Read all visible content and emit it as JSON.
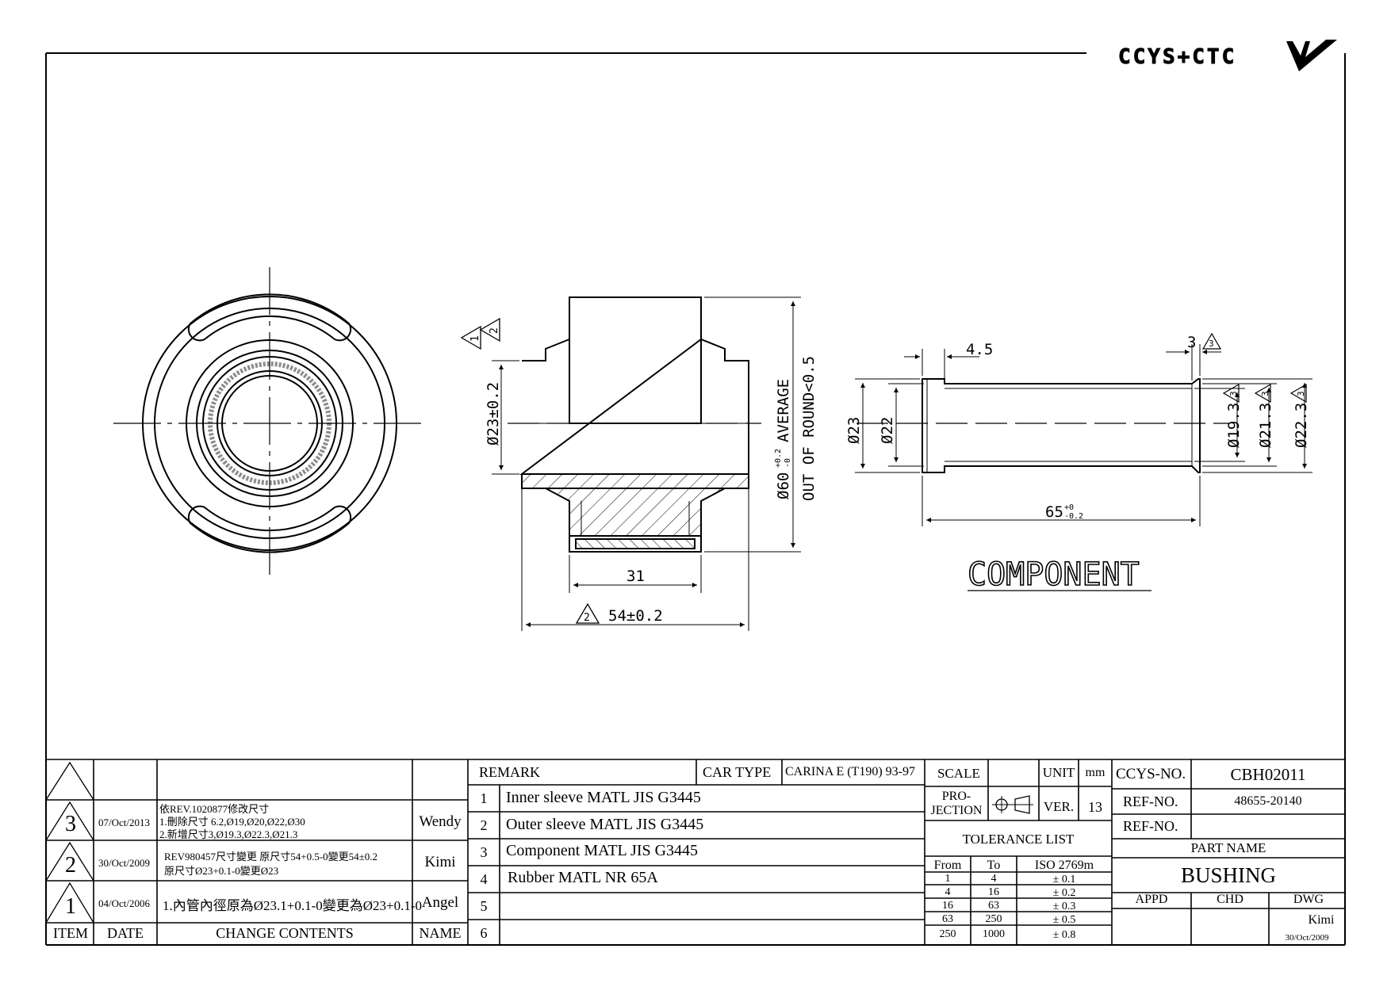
{
  "logo": {
    "text": "CCYS+CTC"
  },
  "drawing": {
    "side_view": {
      "inner_dia": "Ø23±0.2",
      "outer_dia": "Ø60",
      "outer_tol_upper": "+0.2",
      "outer_tol_lower": "-0",
      "outer_note_1": "AVERAGE",
      "outer_note_2": "OUT OF ROUND<0.5",
      "sleeve_length": "31",
      "overall_length": "54±0.2",
      "rev_mark_a": "1",
      "rev_mark_b": "2",
      "rev_mark_c": "2"
    },
    "component": {
      "title": "COMPONENT",
      "flange": "4.5",
      "end_length": "3",
      "end_rev": "3",
      "dia_23": "Ø23",
      "dia_22": "Ø22",
      "dia_19_3": "Ø19.3",
      "dia_21_3": "Ø21.3",
      "dia_22_3": "Ø22.3",
      "rev_19_3": "3",
      "rev_21_3": "3",
      "rev_22_3": "3",
      "length": "65",
      "length_tol_upper": "+0",
      "length_tol_lower": "-0.2"
    }
  },
  "revisions": {
    "headers": {
      "item": "ITEM",
      "date": "DATE",
      "contents": "CHANGE CONTENTS",
      "name": "NAME"
    },
    "rows": [
      {
        "item": "3",
        "date": "07/Oct/2013",
        "line1": "依REV.1020877修改尺寸",
        "line2": "1.刪除尺寸 6.2,Ø19,Ø20,Ø22,Ø30",
        "line3": "2.新增尺寸3,Ø19.3,Ø22.3,Ø21.3",
        "name": "Wendy"
      },
      {
        "item": "2",
        "date": "30/Oct/2009",
        "line1": "REV980457尺寸變更 原尺寸54+0.5-0變更54±0.2",
        "line2": "原尺寸Ø23+0.1-0變更Ø23",
        "name": "Kimi"
      },
      {
        "item": "1",
        "date": "04/Oct/2006",
        "line1": "1.內管內徑原為Ø23.1+0.1-0變更為Ø23+0.1-0",
        "name": "Angel"
      }
    ]
  },
  "remarks": {
    "header": "REMARK",
    "car_type_label": "CAR TYPE",
    "car_type": "CARINA E (T190) 93-97",
    "items": [
      {
        "no": "1",
        "text": "Inner sleeve MATL JIS G3445"
      },
      {
        "no": "2",
        "text": "Outer sleeve MATL JIS G3445"
      },
      {
        "no": "3",
        "text": "Component MATL JIS G3445"
      },
      {
        "no": "4",
        "text": "Rubber MATL NR 65A"
      },
      {
        "no": "5",
        "text": ""
      },
      {
        "no": "6",
        "text": ""
      }
    ]
  },
  "info": {
    "scale_label": "SCALE",
    "scale_value": "",
    "unit_label": "UNIT",
    "unit_value": "mm",
    "projection_line1": "PRO-",
    "projection_line2": "JECTION",
    "ver_label": "VER.",
    "ver_value": "13",
    "tolerance_title": "TOLERANCE LIST",
    "tol_headers": {
      "from": "From",
      "to": "To",
      "iso": "ISO 2769m"
    },
    "tolerances": [
      {
        "from": "1",
        "to": "4",
        "tol": "± 0.1"
      },
      {
        "from": "4",
        "to": "16",
        "tol": "± 0.2"
      },
      {
        "from": "16",
        "to": "63",
        "tol": "± 0.3"
      },
      {
        "from": "63",
        "to": "250",
        "tol": "± 0.5"
      },
      {
        "from": "250",
        "to": "1000",
        "tol": "± 0.8"
      }
    ]
  },
  "title_block": {
    "ccys_label": "CCYS-NO.",
    "ccys_value": "CBH02011",
    "ref_label_1": "REF-NO.",
    "ref_value_1": "48655-20140",
    "ref_label_2": "REF-NO.",
    "ref_value_2": "",
    "part_name_label": "PART NAME",
    "part_name": "BUSHING",
    "appd_label": "APPD",
    "chd_label": "CHD",
    "dwg_label": "DWG",
    "dwg_name": "Kimi",
    "dwg_date": "30/Oct/2009"
  }
}
